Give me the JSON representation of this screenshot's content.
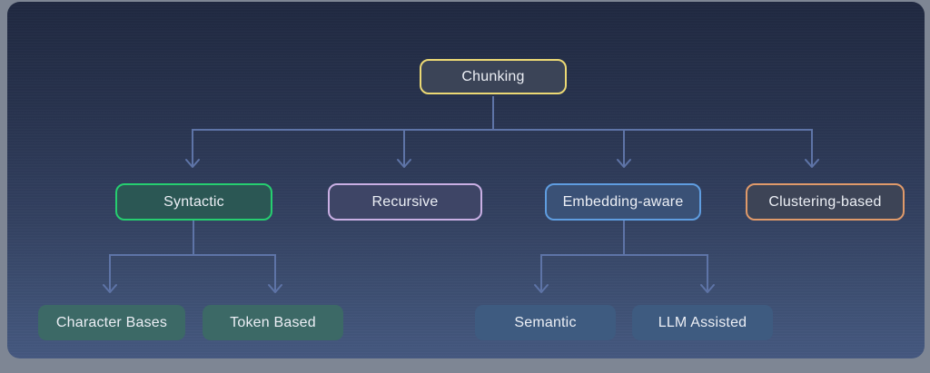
{
  "diagram": {
    "nodes": {
      "root": {
        "label": "Chunking",
        "border_color": "#ecd974",
        "fill_color": "#3b4457"
      },
      "syntactic": {
        "label": "Syntactic",
        "border_color": "#26ce70",
        "fill_color": "#2b5754"
      },
      "recursive": {
        "label": "Recursive",
        "border_color": "#c9afe4",
        "fill_color": "#3e4566"
      },
      "embedding": {
        "label": "Embedding-aware",
        "border_color": "#5f9de0",
        "fill_color": "#3a5176"
      },
      "clustering": {
        "label": "Clustering-based",
        "border_color": "#e09a6a",
        "fill_color": "#3d4456"
      },
      "character": {
        "label": "Character Bases",
        "fill_color": "#3c6966"
      },
      "token": {
        "label": "Token Based",
        "fill_color": "#3c6966"
      },
      "semantic": {
        "label": "Semantic",
        "fill_color": "#3e5b80"
      },
      "llm": {
        "label": "LLM Assisted",
        "fill_color": "#3e5b80"
      }
    },
    "edges": [
      {
        "from": "Chunking",
        "to": "Syntactic"
      },
      {
        "from": "Chunking",
        "to": "Recursive"
      },
      {
        "from": "Chunking",
        "to": "Embedding-aware"
      },
      {
        "from": "Chunking",
        "to": "Clustering-based"
      },
      {
        "from": "Syntactic",
        "to": "Character Bases"
      },
      {
        "from": "Syntactic",
        "to": "Token Based"
      },
      {
        "from": "Embedding-aware",
        "to": "Semantic"
      },
      {
        "from": "Embedding-aware",
        "to": "LLM Assisted"
      }
    ],
    "connector_color": "#5e74a7",
    "background": {
      "panel_gradient_top": "#202941",
      "panel_gradient_bottom": "#455880",
      "frame_color": "#7e8694"
    }
  }
}
